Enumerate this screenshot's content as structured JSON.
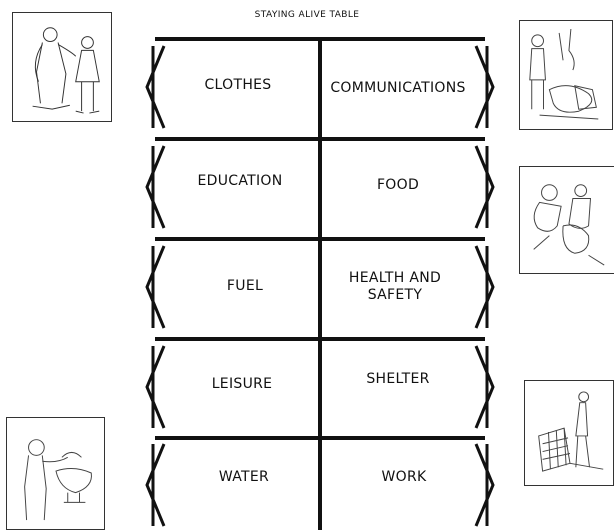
{
  "title": "STAYING ALIVE TABLE",
  "rows": [
    {
      "left": "CLOTHES",
      "right": "COMMUNICATIONS"
    },
    {
      "left": "EDUCATION",
      "right": "FOOD"
    },
    {
      "left": "FUEL",
      "right": "HEALTH AND SAFETY"
    },
    {
      "left": "LEISURE",
      "right": "SHELTER"
    },
    {
      "left": "WATER",
      "right": "WORK"
    }
  ],
  "illustrations": [
    "clothes-illustration",
    "communications-illustration",
    "food-illustration",
    "shelter-illustration",
    "water-illustration"
  ],
  "colors": {
    "ink": "#111111",
    "background": "#ffffff"
  }
}
